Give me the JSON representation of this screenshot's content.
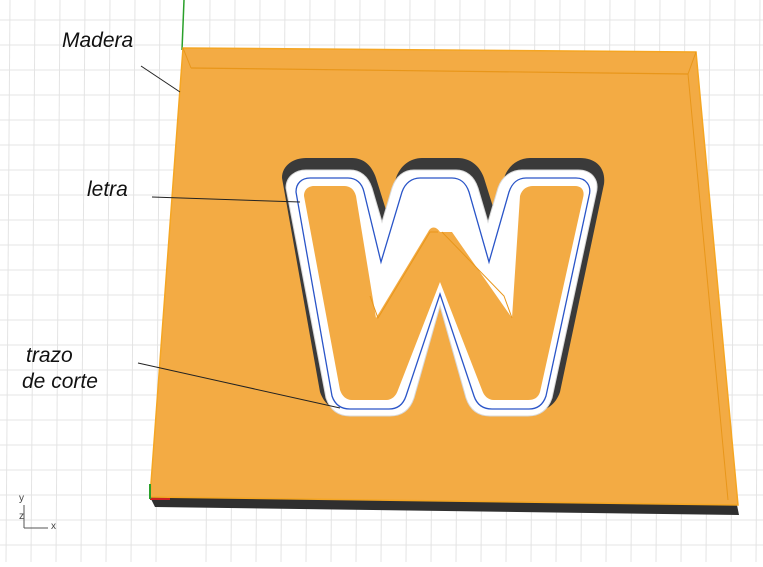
{
  "labels": {
    "wood": "Madera",
    "letter": "letra",
    "cut_line_1": "trazo",
    "cut_line_2": "de corte"
  },
  "letter_glyph": "W",
  "axes": {
    "y": "y",
    "z": "z",
    "x": "x"
  },
  "colors": {
    "wood": "#F3AB44",
    "wood_edge": "#F5A623",
    "letter_shadow": "#3a3a3a",
    "letter_rim": "#ffffff",
    "cut_path": "#2a55c8",
    "grid": "#e6e6e6",
    "axis_green": "#2aa02a",
    "axis_red": "#cc2020"
  }
}
